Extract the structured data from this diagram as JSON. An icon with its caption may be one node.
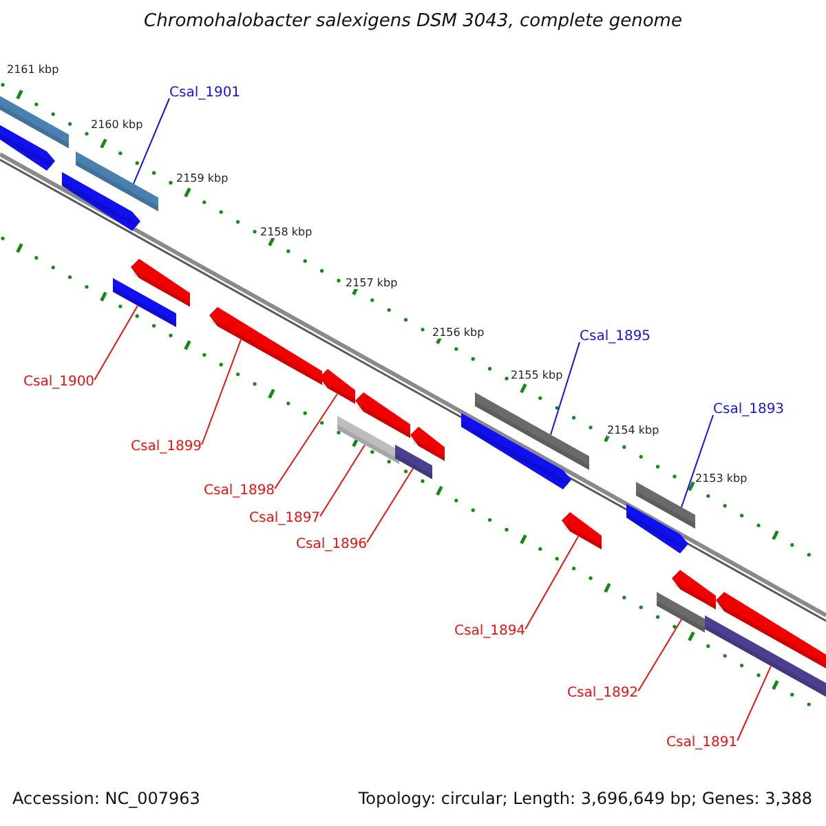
{
  "diagram": {
    "title": "Chromohalobacter salexigens DSM 3043, complete genome",
    "nodes": [
      {
        "text": [
          "Csal_1901"
        ]
      },
      {
        "text": [],
        "shape": "bar"
      },
      {
        "text": [
          "Csal_1895"
        ]
      },
      {
        "text": [],
        "shape": "bar"
      },
      {
        "text": [
          "Csal_1893"
        ]
      },
      {
        "text": [],
        "shape": "bar"
      },
      {
        "text": [
          "Csal_1900"
        ]
      },
      {
        "text": [],
        "shape": "bar"
      },
      {
        "text": [
          "Csal_1899"
        ]
      },
      {
        "text": [],
        "shape": "bar"
      },
      {
        "text": [
          "Csal_1898"
        ]
      },
      {
        "text": [],
        "shape": "bar"
      },
      {
        "text": [
          "Csal_1897"
        ]
      },
      {
        "text": [],
        "shape": "bar"
      },
      {
        "text": [
          "Csal_1896"
        ]
      },
      {
        "text": [],
        "shape": "bar"
      },
      {
        "text": [
          "Csal_1894"
        ]
      },
      {
        "text": [],
        "shape": "bar"
      },
      {
        "text": [
          "Csal_1892"
        ]
      },
      {
        "text": [],
        "shape": "bar"
      },
      {
        "text": [
          "Csal_1891"
        ]
      },
      {
        "text": [],
        "shape": "bar"
      },
      {
        "text": [],
        "shape": "bar"
      },
      {
        "text": [],
        "shape": "bar"
      },
      {
        "text": [],
        "shape": "bar"
      },
      {
        "text": [],
        "shape": "bar"
      },
      {
        "text": [],
        "shape": "bar"
      },
      {
        "text": [],
        "shape": "bar"
      },
      {
        "text": [],
        "shape": "bar"
      },
      {
        "text": [],
        "shape": "bar"
      },
      {
        "text": [],
        "shape": "bar"
      },
      {
        "text": [],
        "shape": "bar"
      }
    ],
    "edges": [
      {
        "from": 0,
        "to": 1,
        "arrow": "none",
        "color": "#1414e6"
      },
      {
        "from": 2,
        "to": 3,
        "arrow": "none",
        "color": "#1414e6"
      },
      {
        "from": 4,
        "to": 5,
        "arrow": "none",
        "color": "#1414e6"
      },
      {
        "from": 6,
        "to": 7,
        "arrow": "none"
      },
      {
        "from": 8,
        "to": 9,
        "arrow": "none"
      },
      {
        "from": 10,
        "to": 11,
        "arrow": "none"
      },
      {
        "from": 12,
        "to": 13,
        "arrow": "none"
      },
      {
        "from": 14,
        "to": 15,
        "arrow": "none"
      },
      {
        "from": 16,
        "to": 17,
        "arrow": "none"
      },
      {
        "from": 18,
        "to": 19,
        "arrow": "none"
      },
      {
        "from": 20,
        "to": 21,
        "arrow": "none"
      }
    ],
    "labels": [
      "2161 kbp",
      "2160 kbp",
      "2159 kbp",
      "2158 kbp",
      "2157 kbp",
      "2156 kbp",
      "2155 kbp",
      "2154 kbp",
      "2153 kbp",
      "Accession: NC_007963",
      "Topology: circular; Length: 3,696,649 bp; Genes: 3,388"
    ]
  }
}
